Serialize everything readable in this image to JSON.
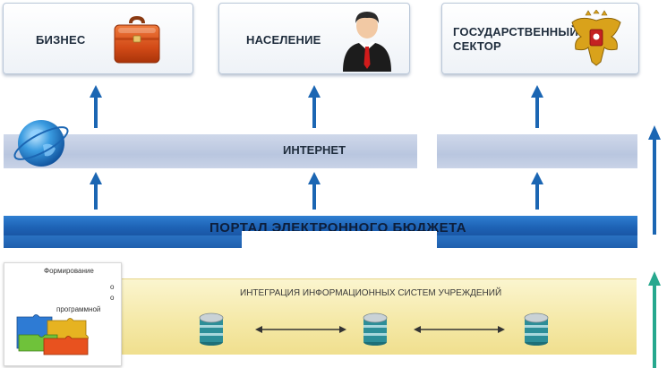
{
  "boxes": {
    "business": {
      "label": "БИЗНЕС",
      "icon": "briefcase-icon"
    },
    "population": {
      "label": "НАСЕЛЕНИЕ",
      "icon": "person-icon"
    },
    "government": {
      "label_line1": "ГОСУДАРСТВЕННЫЙ",
      "label_line2": "СЕКТОР",
      "icon": "coat-of-arms-icon"
    }
  },
  "internet": {
    "label": "ИНТЕРНЕТ",
    "icon": "globe-icon"
  },
  "portal": {
    "label": "ПОРТАЛ ЭЛЕКТРОННОГО БЮДЖЕТА"
  },
  "integration": {
    "label": "ИНТЕГРАЦИЯ ИНФОРМАЦИОННЫХ СИСТЕМ УЧРЕЖДЕНИЙ"
  },
  "card": {
    "line1": "Формирование",
    "line2": "о",
    "line3": "о",
    "line4": "программной",
    "icon": "puzzle-icon"
  },
  "colors": {
    "arrow_blue": "#1b66b3",
    "arrow_teal": "#27a88e",
    "portal_blue": "#1e63b6",
    "internet_band": "#c2cde3",
    "integration_yellow": "#f5e9a8"
  }
}
